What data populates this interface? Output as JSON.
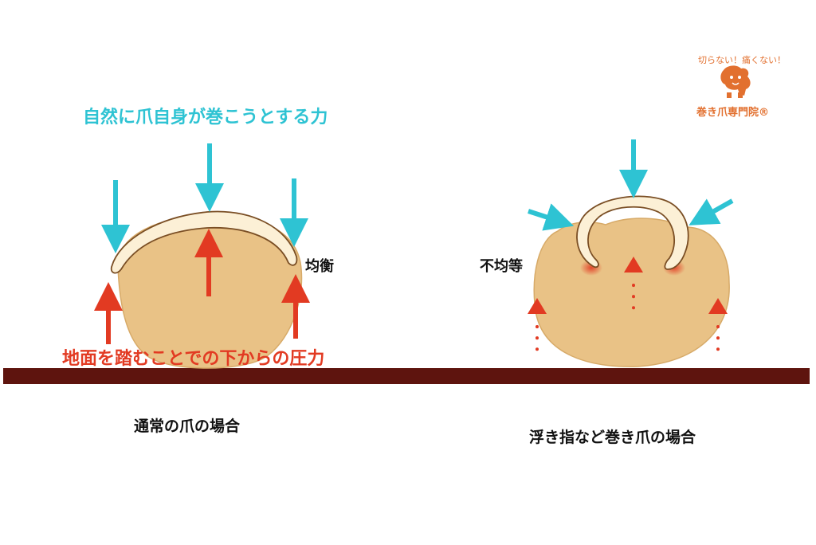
{
  "labels": {
    "natural_force": "自然に爪自身が巻こうとする力",
    "ground_force": "地面を踏むことでの下からの圧力",
    "balanced": "均衡",
    "unbalanced": "不均等",
    "caption_normal": "通常の爪の場合",
    "caption_curled": "浮き指など巻き爪の場合"
  },
  "logo": {
    "tagline": "切らない！痛くない！",
    "name": "巻き爪専門院®"
  },
  "colors": {
    "cyan_arrow": "#2ec3d3",
    "red_arrow": "#e23a22",
    "toe": "#e9c286",
    "nail": "#fcf0d6",
    "ground": "#5e140e",
    "logo": "#e2702f"
  }
}
